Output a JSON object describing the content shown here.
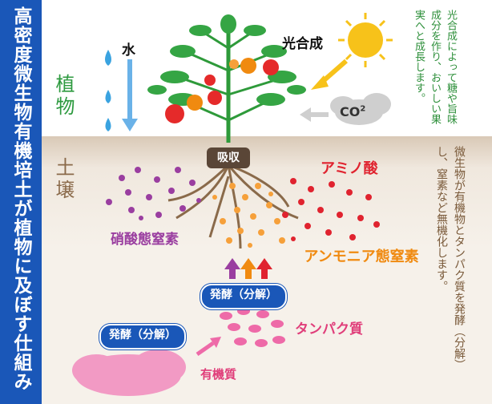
{
  "title": "高密度微生物有機培土が植物に及ぼす仕組み",
  "labels": {
    "plant": "植物",
    "soil": "土壌",
    "water": "水",
    "photosynthesis": "光合成",
    "co2": "CO",
    "co2_sup": "2",
    "absorb": "吸収",
    "amino_acid": "アミノ酸",
    "nitrate_nitrogen": "硝酸態窒素",
    "ammonia_nitrogen": "アンモニア態窒素",
    "protein": "タンパク質",
    "organic_matter": "有機質",
    "fermentation_upper": "発酵（分解）",
    "fermentation_lower": "発酵（分解）"
  },
  "notes": {
    "top": "光合成によって糖や旨味成分を作り、おいしい果実へと成長します。",
    "bottom": "微生物が有機物とタンパク質を発酵（分解）し、窒素など無機化します。"
  },
  "colors": {
    "title_band": "#1a57b8",
    "plant_label": "#2d9a3f",
    "amino": "#e0232f",
    "nitrate": "#9a3ea0",
    "ammonia": "#f08a10",
    "protein": "#e03e7a",
    "water": "#3aa3e0",
    "sun": "#f7c21a"
  },
  "icons": [
    "sun-icon",
    "water-drop-icon",
    "tomato-plant-icon",
    "root-icon",
    "organic-cloud-icon"
  ]
}
